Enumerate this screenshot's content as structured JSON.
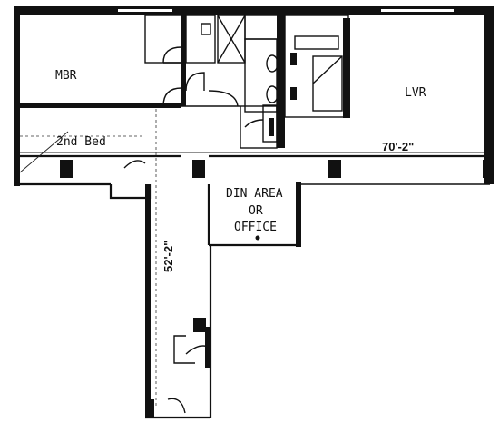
{
  "rooms": {
    "mbr": "MBR",
    "lvr": "LVR",
    "second_bed": "2nd Bed",
    "din_area_line1": "DIN AREA",
    "din_area_line2": "OR",
    "din_area_line3": "OFFICE"
  },
  "dimensions": {
    "width": "70'-2\"",
    "length": "52'-2\""
  }
}
